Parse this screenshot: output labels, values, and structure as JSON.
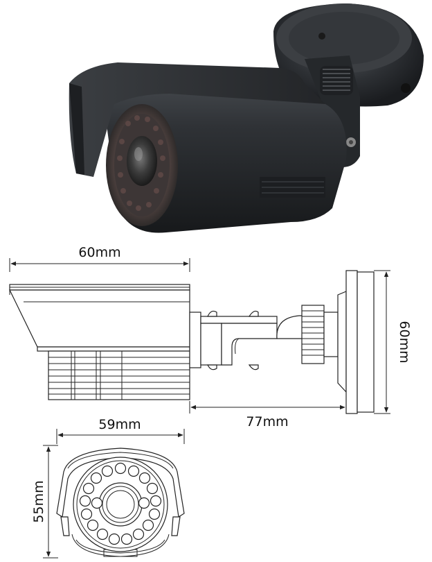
{
  "figure": {
    "photo": {
      "subject": "bullet-camera-photo",
      "body_color": "#2b2d30"
    },
    "side_view": {
      "width_label": "60mm",
      "bracket_length_label": "77mm",
      "mount_height_label": "60mm"
    },
    "front_view": {
      "width_label": "59mm",
      "height_label": "55mm"
    }
  }
}
